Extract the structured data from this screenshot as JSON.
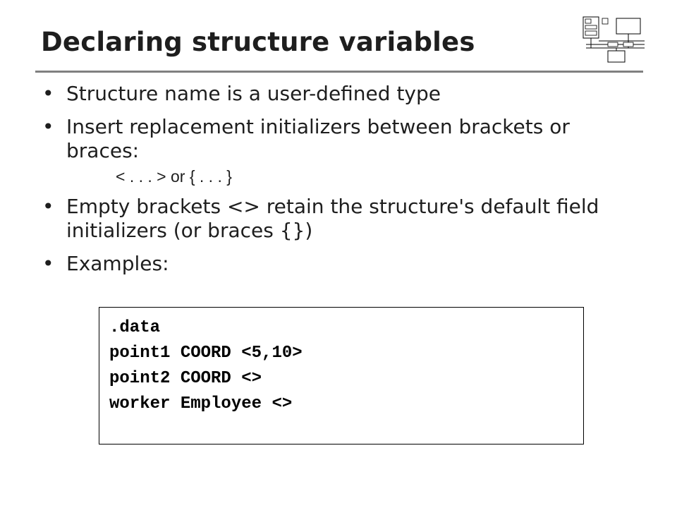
{
  "slide": {
    "title": "Declaring structure variables",
    "bullets": [
      "Structure name is a user-defined type",
      "Insert replacement initializers between brackets or braces:",
      "Empty brackets <> retain the structure's default field initializers (or braces {})",
      "Examples:"
    ],
    "sub_line": "< . . . > or { . . . }",
    "code_lines": [
      ".data",
      "point1 COORD <5,10>",
      "point2 COORD <>",
      "worker Employee <>"
    ]
  },
  "logo": {
    "name": "computer-architecture-diagram-icon"
  }
}
